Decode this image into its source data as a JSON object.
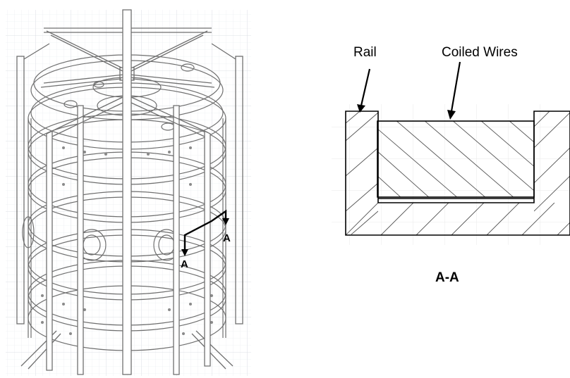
{
  "left_figure": {
    "section_marker_letter_1": "A",
    "section_marker_letter_2": "A"
  },
  "right_figure": {
    "callout_rail": "Rail",
    "callout_coiled_wires": "Coiled Wires",
    "section_title": "A-A"
  },
  "colors": {
    "line": "#000000",
    "grid": "#d9dde3",
    "drawing_line": "#6f6f6f"
  }
}
